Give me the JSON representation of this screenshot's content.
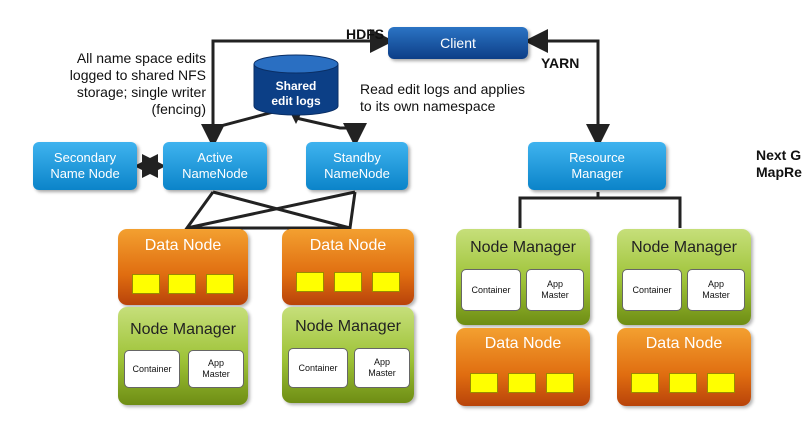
{
  "labels": {
    "hdfs": "HDFS",
    "yarn": "YARN",
    "nfs_note": [
      "All name space edits",
      "logged to shared NFS",
      "storage; single writer",
      "(fencing)"
    ],
    "read_note": [
      "Read edit logs and applies",
      "to its own namespace"
    ],
    "side_note": [
      "Next G",
      "MapRe"
    ]
  },
  "nodes": {
    "client": "Client",
    "shared_edit_logs": [
      "Shared",
      "edit logs"
    ],
    "secondary_namenode": [
      "Secondary",
      "Name Node"
    ],
    "active_namenode": [
      "Active",
      "NameNode"
    ],
    "standby_namenode": [
      "Standby",
      "NameNode"
    ],
    "resource_manager": [
      "Resource",
      "Manager"
    ]
  },
  "clusters": {
    "data_node_title": "Data Node",
    "node_manager_title": "Node Manager",
    "container": "Container",
    "app_master": [
      "App",
      "Master"
    ]
  },
  "colors": {
    "client": "#0d3e87",
    "namenode_blue": "#1a9be0",
    "data_node_orange": "#e06d10",
    "node_manager_green": "#9dc236",
    "block_yellow": "#ffff00"
  }
}
